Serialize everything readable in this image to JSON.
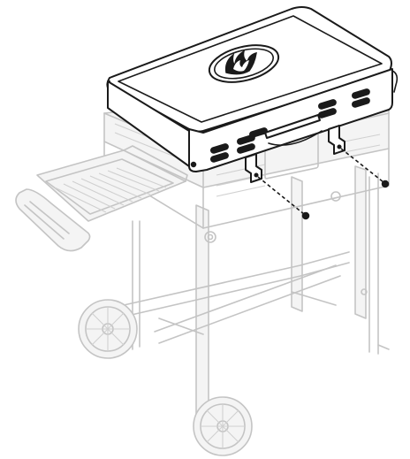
{
  "figure": {
    "type": "assembly-illustration",
    "parts_highlighted": [
      "griddle-lid",
      "lid-hinge-bracket-left",
      "lid-hinge-bracket-right",
      "screw-left",
      "screw-right"
    ],
    "parts_ghosted": [
      "cart-frame",
      "side-shelf",
      "wheel-front",
      "wheel-rear"
    ],
    "colors": {
      "ink": "#1a1a1a",
      "ghost": "#c4c4c4",
      "background": "#ffffff"
    },
    "icons": [
      "flame-logo-icon"
    ]
  }
}
